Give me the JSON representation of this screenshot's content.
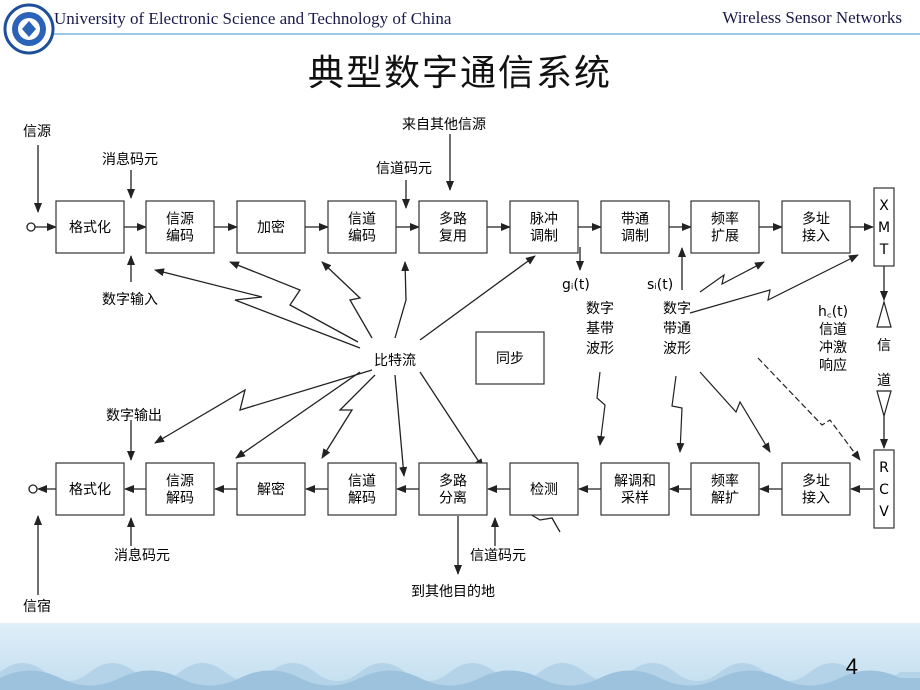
{
  "header": {
    "university": "University of Electronic Science and Technology of China",
    "course": "Wireless Sensor Networks"
  },
  "title": "典型数字通信系统",
  "page_number": "4",
  "diagram": {
    "tx_blocks": [
      {
        "id": "tx1",
        "lines": [
          "格式化"
        ]
      },
      {
        "id": "tx2",
        "lines": [
          "信源",
          "编码"
        ]
      },
      {
        "id": "tx3",
        "lines": [
          "加密"
        ]
      },
      {
        "id": "tx4",
        "lines": [
          "信道",
          "编码"
        ]
      },
      {
        "id": "tx5",
        "lines": [
          "多路",
          "复用"
        ]
      },
      {
        "id": "tx6",
        "lines": [
          "脉冲",
          "调制"
        ]
      },
      {
        "id": "tx7",
        "lines": [
          "带通",
          "调制"
        ]
      },
      {
        "id": "tx8",
        "lines": [
          "频率",
          "扩展"
        ]
      },
      {
        "id": "tx9",
        "lines": [
          "多址",
          "接入"
        ]
      }
    ],
    "rx_blocks": [
      {
        "id": "rx1",
        "lines": [
          "格式化"
        ]
      },
      {
        "id": "rx2",
        "lines": [
          "信源",
          "解码"
        ]
      },
      {
        "id": "rx3",
        "lines": [
          "解密"
        ]
      },
      {
        "id": "rx4",
        "lines": [
          "信道",
          "解码"
        ]
      },
      {
        "id": "rx5",
        "lines": [
          "多路",
          "分离"
        ]
      },
      {
        "id": "rx6",
        "lines": [
          "检测"
        ]
      },
      {
        "id": "rx7",
        "lines": [
          "解调和",
          "采样"
        ]
      },
      {
        "id": "rx8",
        "lines": [
          "频率",
          "解扩"
        ]
      },
      {
        "id": "rx9",
        "lines": [
          "多址",
          "接入"
        ]
      }
    ],
    "xmt_letters": [
      "X",
      "M",
      "T"
    ],
    "rcv_letters": [
      "R",
      "C",
      "V"
    ],
    "sync_label": "同步",
    "labels": {
      "source": "信源",
      "msg_symbol_top": "消息码元",
      "other_sources": "来自其他信源",
      "chan_symbol_top": "信道码元",
      "digital_input": "数字输入",
      "bitstream": "比特流",
      "g_func": "gᵢ(t)",
      "s_func": "sᵢ(t)",
      "h_func": "h꜀(t)",
      "baseband": [
        "数字",
        "基带",
        "波形"
      ],
      "bandpass": [
        "数字",
        "带通",
        "波形"
      ],
      "channel_resp": [
        "信道",
        "冲激",
        "响应"
      ],
      "channel": [
        "信",
        "道"
      ],
      "digital_output": "数字输出",
      "msg_symbol_bottom": "消息码元",
      "chan_symbol_bottom": "信道码元",
      "other_dest": "到其他目的地",
      "sink": "信宿"
    }
  }
}
